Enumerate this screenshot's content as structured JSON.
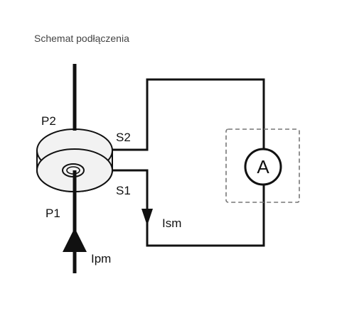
{
  "diagram": {
    "title": "Schemat podłączenia",
    "labels": {
      "p2": "P2",
      "p1": "P1",
      "s2": "S2",
      "s1": "S1",
      "ism": "Ism",
      "ipm": "Ipm",
      "ammeter": "A"
    },
    "colors": {
      "line": "#111111",
      "ct_fill": "#f2f2f2",
      "dashed_box": "#777777",
      "title": "#444444"
    }
  }
}
